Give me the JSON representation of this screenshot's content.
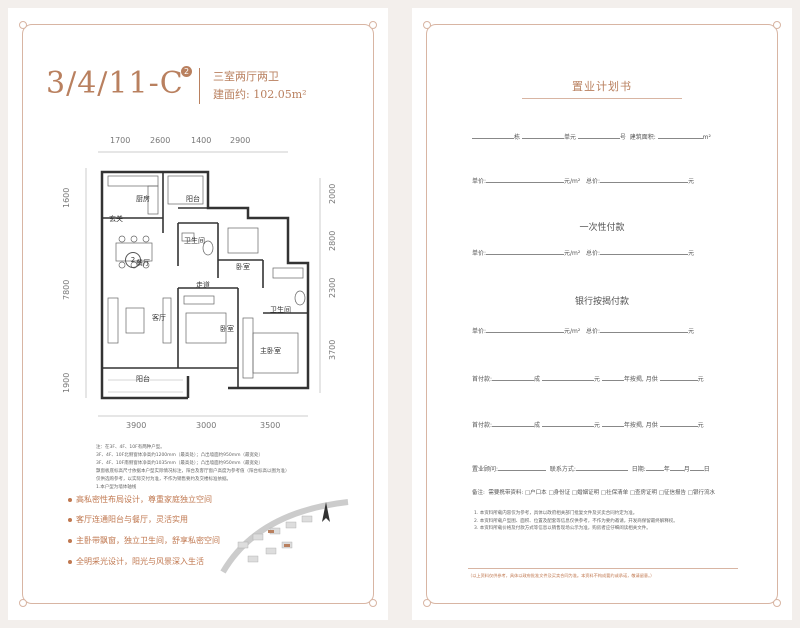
{
  "left": {
    "unit_code": "3/4/11-C",
    "badge": "2",
    "layout": "三室两厅两卫",
    "area": "建面约: 102.05m²",
    "dims_top": [
      "1700",
      "2600",
      "1400",
      "2900"
    ],
    "dims_bottom": [
      "3900",
      "3000",
      "3500"
    ],
    "dims_left": [
      "1600",
      "7800",
      "1900"
    ],
    "dims_right": [
      "2000",
      "2800",
      "2300",
      "3700"
    ],
    "rooms": {
      "kitchen": "厨房",
      "balcony_top": "阳台",
      "foyer": "玄关",
      "bath1": "卫生间",
      "dining": "餐厅",
      "bedroom1": "卧室",
      "corridor": "走道",
      "living": "客厅",
      "bedroom2": "卧室",
      "bath2": "卫生间",
      "master": "主卧室",
      "balcony_bottom": "阳台",
      "dining_badge": "2"
    },
    "notes": [
      "注：在3F、4F、10F有两种户型。",
      "3F、4F、10F北侧窗体净高约1200mm（最高处）；凸出墙面约950mm（最宽处）",
      "3F、4F、10F南侧窗体净高约1035mm（最高处）；凸出墙面约950mm（最宽处）",
      "飘窗板底标高尺寸依据本户型实际情况标注，阳台及客厅窗户高度为参考值（阳台标高以图为准）",
      "仅供选购参考，以实际交付为准，不作为销售要约及交楼标准依据。",
      "1.本户型为墙体轴线"
    ],
    "features": [
      "高私密性布局设计，尊重家庭独立空间",
      "客厅连通阳台与餐厅，灵活实用",
      "主卧带飘窗，独立卫生间，舒享私密空间",
      "全明采光设计，阳光与风景深入生活"
    ]
  },
  "right": {
    "title": "置业计划书",
    "row1": {
      "dong": "栋",
      "unit": "单元",
      "hao": "号",
      "area": "建筑面积:",
      "area_unit": "m²"
    },
    "row2": {
      "price": "单价:",
      "price_unit": "元/m²",
      "total": "总价:",
      "total_unit": "元"
    },
    "section1": "一次性付款",
    "row3": {
      "price": "单价:",
      "price_unit": "元/m²",
      "total": "总价:",
      "total_unit": "元"
    },
    "section2": "银行按揭付款",
    "row4": {
      "price": "单价:",
      "price_unit": "元/m²",
      "total": "总价:",
      "total_unit": "元"
    },
    "row5": {
      "down": "首付款:",
      "cheng": "成",
      "yuan": "元",
      "monthly": "年按揭, 月供",
      "yuan2": "元"
    },
    "row6": {
      "down": "首付款:",
      "cheng": "成",
      "yuan": "元",
      "monthly": "年按揭, 月供",
      "yuan2": "元"
    },
    "row7": {
      "consultant": "置业顾问:",
      "contact": "联系方式:",
      "date": "日期:",
      "year": "年",
      "month": "月",
      "day": "日"
    },
    "remark_label": "备注:",
    "remark_items": [
      "需要携带资料:",
      "户口本",
      "身份证",
      "婚姻证明",
      "社保清单",
      "查房证明",
      "征信报告",
      "银行流水"
    ],
    "legal": [
      "1. 本资料所载内容仅为参考，具体以政府相关部门批复文件及买卖合同约定为准。",
      "2. 本资料所载户型图、面积、位置及配套等信息仅供参考，不作为要约邀请，开发商保留最终解释权。",
      "3. 本资料所载价格及付款方式等信息以销售现场公示为准，购房者应仔细阅读相关文件。"
    ],
    "footer": "（以上资料仅供参考，具体以政府批准文件及买卖合同为准。本资料不构成要约或承诺，敬请留意。）"
  }
}
